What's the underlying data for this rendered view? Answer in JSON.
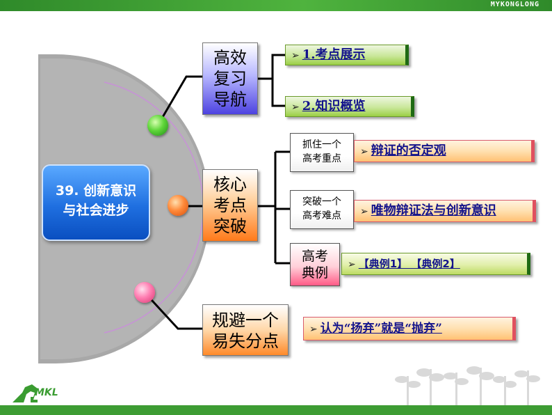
{
  "header": {
    "brand_text": "MYKONGLONG"
  },
  "center": {
    "title_line1": "39. 创新意识",
    "title_line2": "与社会进步"
  },
  "branches": {
    "review": {
      "line1": "高效",
      "line2": "复习",
      "line3": "导航",
      "links": [
        {
          "label": "1.考点展示"
        },
        {
          "label": "2.知识概览"
        }
      ]
    },
    "core": {
      "line1": "核心",
      "line2": "考点",
      "line3": "突破",
      "sub": [
        {
          "line1": "抓住一个",
          "line2": "高考重点",
          "link": "辩证的否定观"
        },
        {
          "line1": "突破一个",
          "line2": "高考难点",
          "link": "唯物辩证法与创新意识"
        },
        {
          "line1": "高考",
          "line2": "典例",
          "link": "【典例1】 【典例2】"
        }
      ]
    },
    "avoid": {
      "line1": "规避一个",
      "line2": "易失分点",
      "link": "认为“扬弃”就是“抛弃”"
    }
  },
  "footer": {
    "logo_text": "MKL"
  },
  "colors": {
    "top_bar": "#3d9c33",
    "center_box": "#1f6fe0",
    "review_box": "#4d43e0",
    "core_box": "#ff7a1a",
    "link_text": "#14148c"
  },
  "icons": {
    "arrow": "arrow-right-icon",
    "logo": "dinosaur-logo-icon"
  }
}
